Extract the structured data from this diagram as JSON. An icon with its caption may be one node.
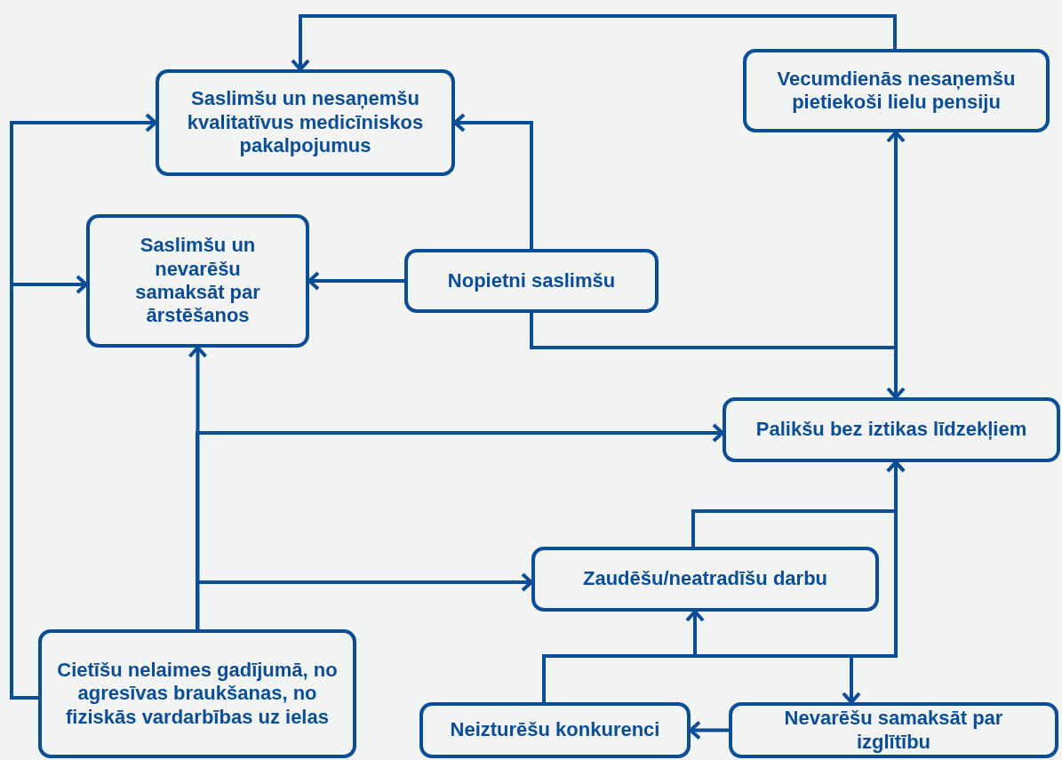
{
  "diagram": {
    "nodes": [
      {
        "text": [
          "Saslimšu un nesaņemšu kvalitatīvus medicīniskos pakalpojumus"
        ]
      },
      {
        "text": [
          "Vecumdienās nesaņemšu pietiekoši lielu pensiju"
        ]
      },
      {
        "text": [
          "Saslimšu un nevarēšu samaksāt par ārstēšanos"
        ]
      },
      {
        "text": [
          "Nopietni saslimšu"
        ]
      },
      {
        "text": [
          "Palikšu bez iztikas līdzekļiem"
        ]
      },
      {
        "text": [
          "Zaudēšu/neatradīšu darbu"
        ]
      },
      {
        "text": [
          "Cietīšu nelaimes gadījumā, no agresīvas braukšanas, no fiziskās vardarbības uz ielas"
        ]
      },
      {
        "text": [
          "Neizturēšu konkurenci"
        ]
      },
      {
        "text": [
          "Nevarēšu samaksāt par izglītību"
        ]
      }
    ],
    "edges": [
      {
        "from": 1,
        "to": 0,
        "arrow": "to"
      },
      {
        "from": 3,
        "to": 0,
        "arrow": "to"
      },
      {
        "from": 3,
        "to": 2,
        "arrow": "to"
      },
      {
        "from": 3,
        "to": 4,
        "arrow": "to"
      },
      {
        "from": 3,
        "to": 1,
        "arrow": "to"
      },
      {
        "from": 6,
        "to": 0,
        "arrow": "to"
      },
      {
        "from": 6,
        "to": 2,
        "arrow": "to"
      },
      {
        "from": 6,
        "to": 2,
        "arrow": "to"
      },
      {
        "from": 6,
        "to": 4,
        "arrow": "to"
      },
      {
        "from": 6,
        "to": 5,
        "arrow": "to"
      },
      {
        "from": 5,
        "to": 4,
        "arrow": "to"
      },
      {
        "from": 7,
        "to": 5,
        "arrow": "to"
      },
      {
        "from": 7,
        "to": 8,
        "arrow": "to"
      },
      {
        "from": 7,
        "to": 4,
        "arrow": "to"
      },
      {
        "from": 8,
        "to": 7,
        "arrow": "to"
      }
    ]
  }
}
